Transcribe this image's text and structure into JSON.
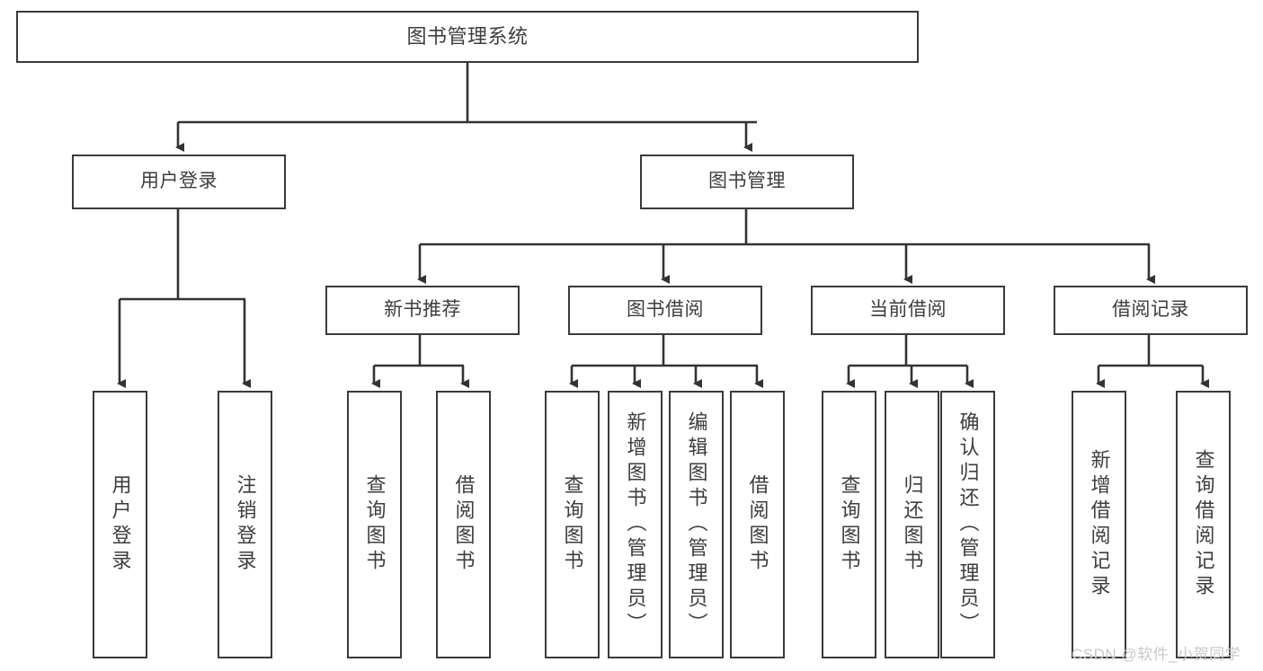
{
  "diagram": {
    "type": "tree-hierarchy-diagram",
    "title": "图书管理系统",
    "colors": {
      "border": "#3a3a3a",
      "background": "#ffffff",
      "text": "#3d3d3d",
      "line": "#333333",
      "watermark": "#c9c9c9"
    },
    "root": {
      "label": "图书管理系统"
    },
    "level1": [
      {
        "id": "user-login",
        "label": "用户登录"
      },
      {
        "id": "book-manage",
        "label": "图书管理"
      }
    ],
    "level2": [
      {
        "id": "new-book-recommend",
        "label": "新书推荐",
        "parent": "book-manage"
      },
      {
        "id": "book-borrow",
        "label": "图书借阅",
        "parent": "book-manage"
      },
      {
        "id": "current-borrow",
        "label": "当前借阅",
        "parent": "book-manage"
      },
      {
        "id": "borrow-record",
        "label": "借阅记录",
        "parent": "book-manage"
      }
    ],
    "leaves": [
      {
        "id": "leaf-user-login",
        "label": "用户登录",
        "parent": "user-login"
      },
      {
        "id": "leaf-user-logout",
        "label": "注销登录",
        "parent": "user-login"
      },
      {
        "id": "leaf-query-book-1",
        "label": "查询图书",
        "parent": "new-book-recommend"
      },
      {
        "id": "leaf-borrow-book-1",
        "label": "借阅图书",
        "parent": "new-book-recommend"
      },
      {
        "id": "leaf-query-book-2",
        "label": "查询图书",
        "parent": "book-borrow"
      },
      {
        "id": "leaf-add-book",
        "label": "新增图书（管理员）",
        "parent": "book-borrow"
      },
      {
        "id": "leaf-edit-book",
        "label": "编辑图书（管理员）",
        "parent": "book-borrow"
      },
      {
        "id": "leaf-borrow-book-2",
        "label": "借阅图书",
        "parent": "book-borrow"
      },
      {
        "id": "leaf-query-book-3",
        "label": "查询图书",
        "parent": "current-borrow"
      },
      {
        "id": "leaf-return-book",
        "label": "归还图书",
        "parent": "current-borrow"
      },
      {
        "id": "leaf-confirm-return",
        "label": "确认归还（管理员）",
        "parent": "current-borrow"
      },
      {
        "id": "leaf-add-record",
        "label": "新增借阅记录",
        "parent": "borrow-record"
      },
      {
        "id": "leaf-query-record",
        "label": "查询借阅记录",
        "parent": "borrow-record"
      }
    ],
    "watermark": "CSDN @软件_小贺同学"
  }
}
